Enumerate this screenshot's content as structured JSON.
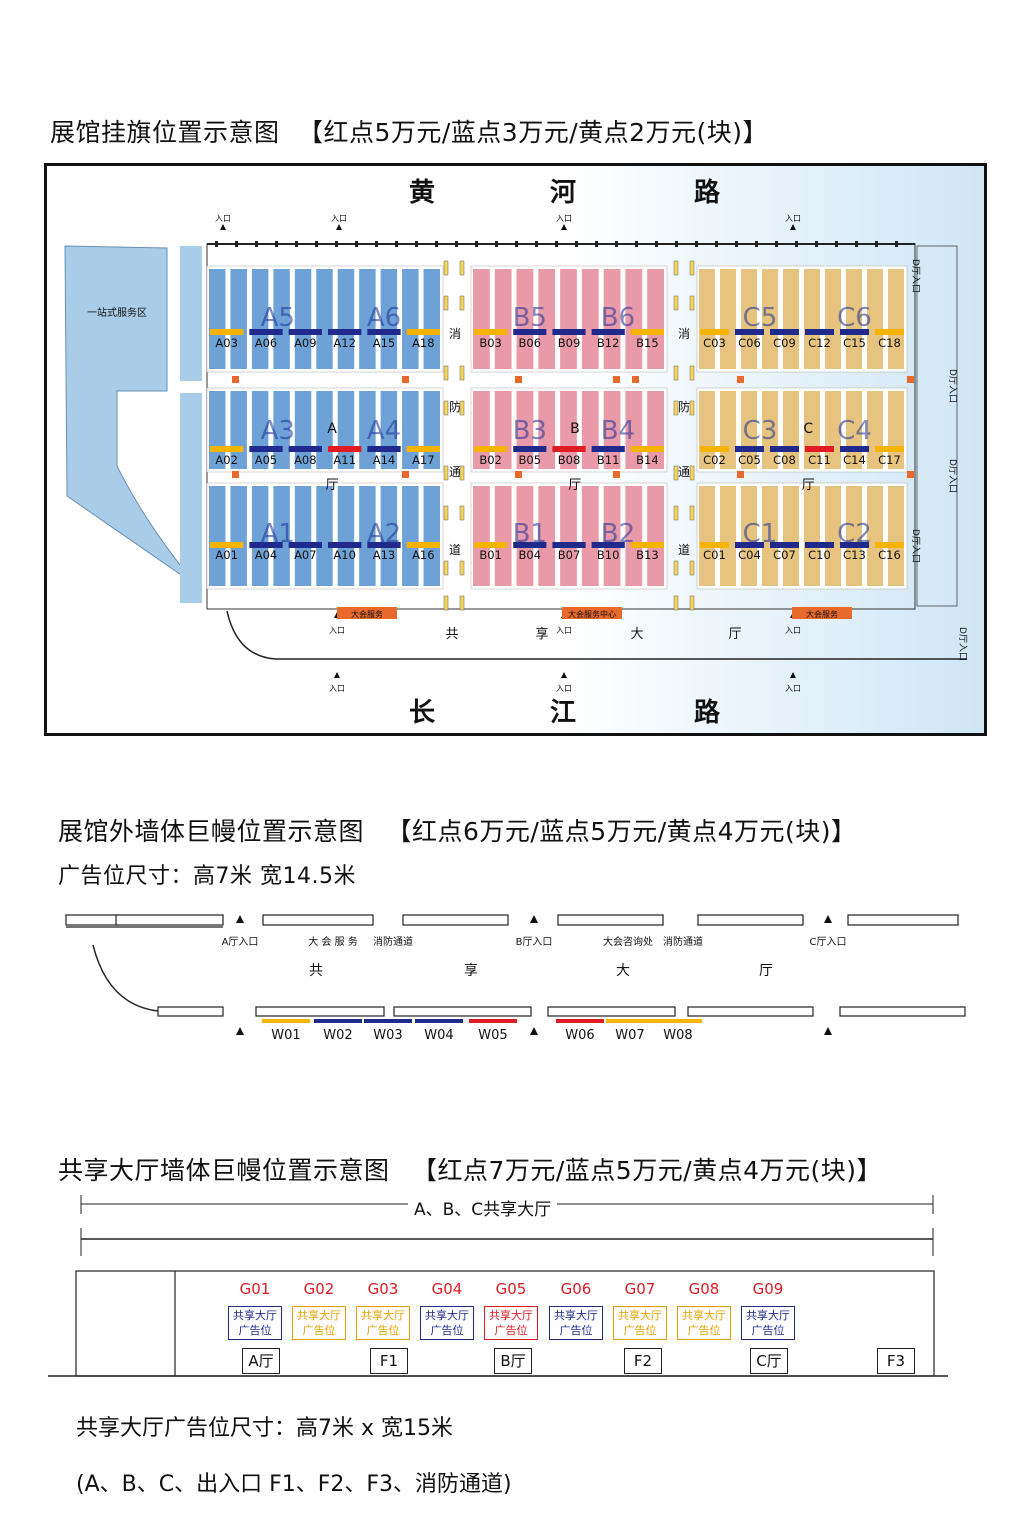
{
  "section1": {
    "title": "展馆挂旗位置示意图",
    "price": "【红点5万元/蓝点3万元/黄点2万元(块)】",
    "roads": {
      "top": [
        "黄",
        "河",
        "路"
      ],
      "bottom": [
        "长",
        "江",
        "路"
      ]
    },
    "service_zone": "一站式服务区",
    "entrance": "入口",
    "d_entrances": [
      "D厅入口",
      "D厅入口",
      "D厅入口",
      "D厅入口",
      "D厅入口"
    ],
    "fire_lane_chars": [
      "消",
      "防",
      "通",
      "道"
    ],
    "hall_char": "厅",
    "shared_hall_chars": [
      "共",
      "享",
      "大",
      "厅"
    ],
    "services": [
      "大会服务",
      "大会服务中心",
      "大会服务"
    ],
    "halls": [
      {
        "name": "A",
        "blocks": [
          "A5",
          "A6",
          "A3",
          "A4",
          "A1",
          "A2"
        ],
        "mid_letter": "A",
        "rows": [
          [
            "A03",
            "A06",
            "A09",
            "A12",
            "A15",
            "A18"
          ],
          [
            "A02",
            "A05",
            "A08",
            "A11",
            "A14",
            "A17"
          ],
          [
            "A01",
            "A04",
            "A07",
            "A10",
            "A13",
            "A16"
          ]
        ]
      },
      {
        "name": "B",
        "blocks": [
          "B5",
          "B6",
          "B3",
          "B4",
          "B1",
          "B2"
        ],
        "mid_letter": "B",
        "rows": [
          [
            "B03",
            "B06",
            "B09",
            "B12",
            "B15"
          ],
          [
            "B02",
            "B05",
            "B08",
            "B11",
            "B14"
          ],
          [
            "B01",
            "B04",
            "B07",
            "B10",
            "B13"
          ]
        ]
      },
      {
        "name": "C",
        "blocks": [
          "C5",
          "C6",
          "C3",
          "C4",
          "C1",
          "C2"
        ],
        "mid_letter": "C",
        "rows": [
          [
            "C03",
            "C06",
            "C09",
            "C12",
            "C15",
            "C18"
          ],
          [
            "C02",
            "C05",
            "C08",
            "C11",
            "C14",
            "C17"
          ],
          [
            "C01",
            "C04",
            "C07",
            "C10",
            "C13",
            "C16"
          ]
        ]
      }
    ]
  },
  "section2": {
    "title": "展馆外墙体巨幔位置示意图",
    "price": "【红点6万元/蓝点5万元/黄点4万元(块)】",
    "size": "广告位尺寸：高7米   宽14.5米",
    "labels": [
      "A厅入口",
      "大 会 服 务",
      "消防通道",
      "B厅入口",
      "大会咨询处",
      "消防通道",
      "C厅入口"
    ],
    "hall_chars": [
      "共",
      "享",
      "大",
      "厅"
    ],
    "spots": [
      {
        "code": "W01",
        "color": "yellow"
      },
      {
        "code": "W02",
        "color": "blue"
      },
      {
        "code": "W03",
        "color": "blue"
      },
      {
        "code": "W04",
        "color": "blue"
      },
      {
        "code": "W05",
        "color": "red"
      },
      {
        "code": "W06",
        "color": "red"
      },
      {
        "code": "W07",
        "color": "yellow"
      },
      {
        "code": "W08",
        "color": "yellow"
      }
    ]
  },
  "section3": {
    "title": "共享大厅墙体巨幔位置示意图",
    "price": "【红点7万元/蓝点5万元/黄点4万元(块)】",
    "span_label": "A、B、C共享大厅",
    "box_text": [
      "共享大厅",
      "广告位"
    ],
    "spots": [
      {
        "code": "G01",
        "color": "blue"
      },
      {
        "code": "G02",
        "color": "yellow"
      },
      {
        "code": "G03",
        "color": "yellow"
      },
      {
        "code": "G04",
        "color": "blue"
      },
      {
        "code": "G05",
        "color": "red"
      },
      {
        "code": "G06",
        "color": "blue"
      },
      {
        "code": "G07",
        "color": "yellow"
      },
      {
        "code": "G08",
        "color": "yellow"
      },
      {
        "code": "G09",
        "color": "blue"
      }
    ],
    "doors": [
      "A厅",
      "F1",
      "B厅",
      "F2",
      "C厅",
      "F3"
    ],
    "size_note": "共享大厅广告位尺寸：高7米 x 宽15米",
    "legend_note": "(A、B、C、出入口      F1、F2、F3、消防通道)"
  },
  "colors": {
    "red": "#e01b24",
    "blue": "#1f2a8c",
    "yellow": "#f4b400",
    "hallA": "#6ea2d6",
    "hallB": "#e99aa8",
    "hallC": "#e6c37f",
    "code_red": "#e01b24"
  }
}
